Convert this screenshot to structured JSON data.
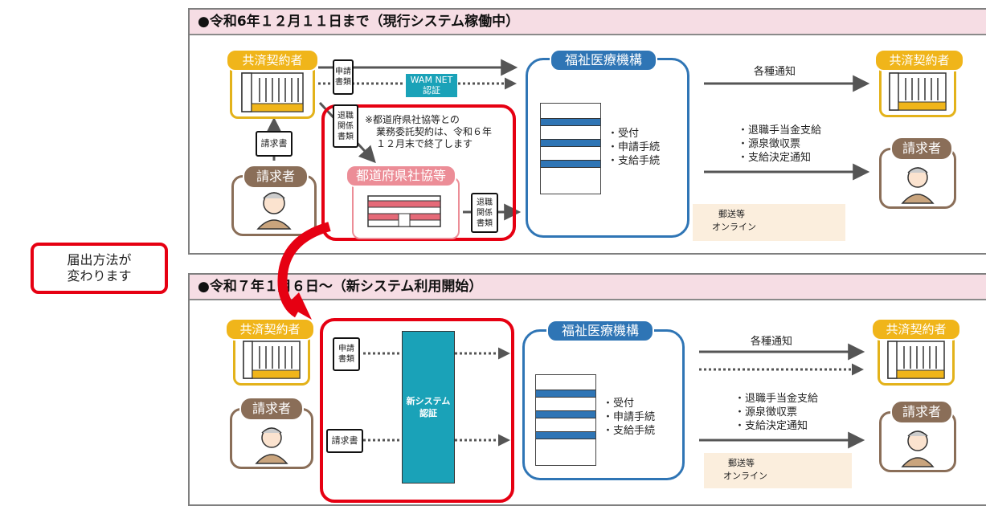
{
  "callout": {
    "line1": "届出方法が",
    "line2": "変わります"
  },
  "old_section": {
    "title": "●令和6年１２月１１日まで（現行システム稼働中）",
    "contractor_label": "共済契約者",
    "claimant_label": "請求者",
    "claim_doc": "請求書",
    "application_doc": [
      "申請",
      "書類"
    ],
    "retirement_doc": [
      "退職",
      "関係",
      "書類"
    ],
    "retirement_doc2": [
      "退職",
      "関係",
      "書類"
    ],
    "wam_net": [
      "WAM NET",
      "認証"
    ],
    "note": [
      "※都道府県社協等との",
      "業務委託契約は、令和６年",
      "１２月末で終了します"
    ],
    "prefecture_label": "都道府県社協等",
    "org_label": "福祉医療機構",
    "org_tasks": [
      "・受付",
      "・申請手続",
      "・支給手続"
    ],
    "notice_label": "各種通知",
    "outputs": [
      "・退職手当金支給",
      "・源泉徴収票",
      "・支給決定通知"
    ],
    "out_contractor_label": "共済契約者",
    "out_claimant_label": "請求者",
    "legend": {
      "mail": "郵送等",
      "online": "オンライン"
    }
  },
  "new_section": {
    "title": "●令和７年１月６日～（新システム利用開始）",
    "contractor_label": "共済契約者",
    "claimant_label": "請求者",
    "application_doc": [
      "申請",
      "書類"
    ],
    "claim_doc": "請求書",
    "system_label": [
      "新システム",
      "認証"
    ],
    "org_label": "福祉医療機構",
    "org_tasks": [
      "・受付",
      "・申請手続",
      "・支給手続"
    ],
    "notice_label": "各種通知",
    "outputs": [
      "・退職手当金支給",
      "・源泉徴収票",
      "・支給決定通知"
    ],
    "out_contractor_label": "共済契約者",
    "out_claimant_label": "請求者",
    "legend": {
      "mail": "郵送等",
      "online": "オンライン"
    }
  },
  "colors": {
    "accent_red": "#e60012",
    "org_blue": "#2f75b5",
    "contractor_gold": "#f0b51a",
    "claimant_brown": "#8a6e58",
    "system_teal": "#1aa2b8",
    "header_pink": "#f6dde4"
  }
}
